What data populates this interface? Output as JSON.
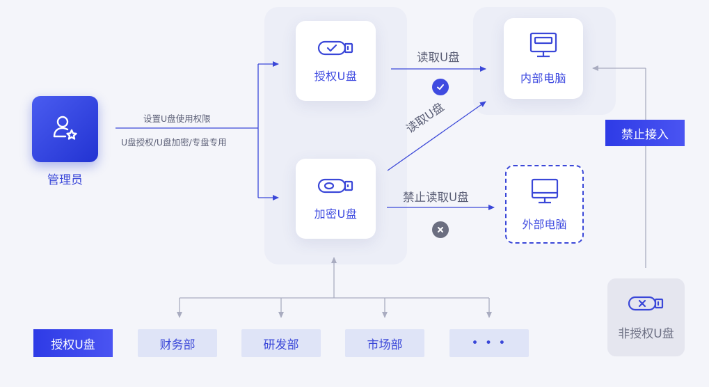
{
  "admin": {
    "label": "管理员",
    "icon": "user-star-icon"
  },
  "config_notes": {
    "line1": "设置U盘使用权限",
    "line2": "U盘授权/U盘加密/专盘专用"
  },
  "nodes": {
    "authorized_usb": "授权U盘",
    "encrypted_usb": "加密U盘",
    "internal_pc": "内部电脑",
    "external_pc": "外部电脑",
    "unauthorized_usb": "非授权U盘"
  },
  "edges": {
    "auth_to_internal": "读取U盘",
    "enc_to_internal": "读取U盘",
    "enc_to_external": "禁止读取U盘",
    "unauth_to_internal": "禁止接入"
  },
  "legend": {
    "label": "授权U盘"
  },
  "departments": [
    "财务部",
    "研发部",
    "市场部",
    "• • •"
  ],
  "colors": {
    "accent": "#3a47d8",
    "ok": "#3f4be0",
    "deny": "#6b6e80",
    "line": "#a9acc0"
  }
}
